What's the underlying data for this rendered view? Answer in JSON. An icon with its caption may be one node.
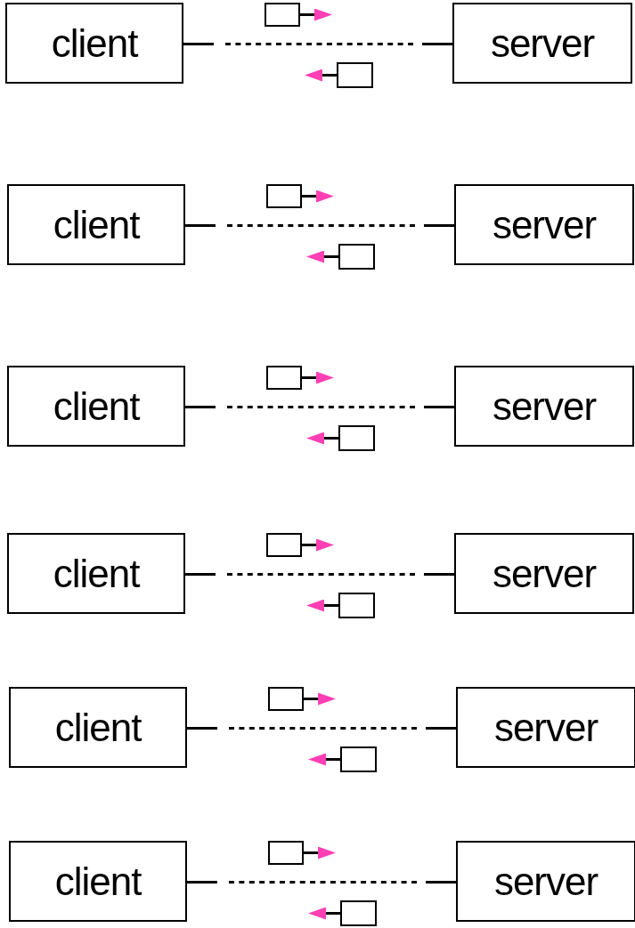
{
  "diagram": {
    "nodes": [
      {
        "text": [
          "client"
        ]
      },
      {
        "text": [
          "server"
        ]
      },
      {
        "text": [],
        "shape": "box"
      },
      {
        "text": [],
        "shape": "box"
      },
      {
        "text": [
          "client"
        ]
      },
      {
        "text": [
          "server"
        ]
      },
      {
        "text": [],
        "shape": "box"
      },
      {
        "text": [],
        "shape": "box"
      },
      {
        "text": [
          "client"
        ]
      },
      {
        "text": [
          "server"
        ]
      },
      {
        "text": [],
        "shape": "box"
      },
      {
        "text": [],
        "shape": "box"
      },
      {
        "text": [
          "client"
        ]
      },
      {
        "text": [
          "server"
        ]
      },
      {
        "text": [],
        "shape": "box"
      },
      {
        "text": [],
        "shape": "box"
      },
      {
        "text": [
          "client"
        ]
      },
      {
        "text": [
          "server"
        ]
      },
      {
        "text": [],
        "shape": "box"
      },
      {
        "text": [],
        "shape": "box"
      },
      {
        "text": [
          "client"
        ]
      },
      {
        "text": [
          "server"
        ]
      },
      {
        "text": [],
        "shape": "box"
      },
      {
        "text": [],
        "shape": "box"
      }
    ],
    "edges": [
      {
        "from": 0,
        "to": 1,
        "arrow": "none",
        "style": "dashed"
      },
      {
        "from": 2,
        "to": null,
        "arrow": "to"
      },
      {
        "from": 3,
        "to": null,
        "arrow": "to"
      },
      {
        "from": 4,
        "to": 5,
        "arrow": "none",
        "style": "dashed"
      },
      {
        "from": 6,
        "to": null,
        "arrow": "to"
      },
      {
        "from": 7,
        "to": null,
        "arrow": "to"
      },
      {
        "from": 8,
        "to": 9,
        "arrow": "none",
        "style": "dashed"
      },
      {
        "from": 10,
        "to": null,
        "arrow": "to"
      },
      {
        "from": 11,
        "to": null,
        "arrow": "to"
      },
      {
        "from": 12,
        "to": 13,
        "arrow": "none",
        "style": "dashed"
      },
      {
        "from": 14,
        "to": null,
        "arrow": "to"
      },
      {
        "from": 15,
        "to": null,
        "arrow": "to"
      },
      {
        "from": 16,
        "to": 17,
        "arrow": "none",
        "style": "dashed"
      },
      {
        "from": 18,
        "to": null,
        "arrow": "to"
      },
      {
        "from": 19,
        "to": null,
        "arrow": "to"
      },
      {
        "from": 20,
        "to": 21,
        "arrow": "none",
        "style": "dashed"
      },
      {
        "from": 22,
        "to": null,
        "arrow": "to"
      },
      {
        "from": 23,
        "to": null,
        "arrow": "to"
      }
    ]
  }
}
